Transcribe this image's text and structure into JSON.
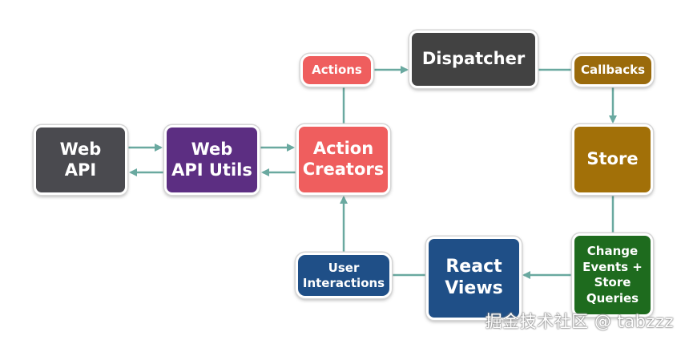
{
  "diagram": {
    "nodes": {
      "web_api": {
        "label": "Web\nAPI",
        "color": "#4a4a4f"
      },
      "web_api_utils": {
        "label": "Web\nAPI Utils",
        "color": "#5c2e82"
      },
      "action_creators": {
        "label": "Action\nCreators",
        "color": "#ef5e5e"
      },
      "actions": {
        "label": "Actions",
        "color": "#ef5e5e"
      },
      "dispatcher": {
        "label": "Dispatcher",
        "color": "#424242"
      },
      "callbacks": {
        "label": "Callbacks",
        "color": "#9a6a0b"
      },
      "store": {
        "label": "Store",
        "color": "#a27008"
      },
      "change_events": {
        "label": "Change\nEvents +\nStore\nQueries",
        "color": "#1e6b1e"
      },
      "react_views": {
        "label": "React\nViews",
        "color": "#1f4f87"
      },
      "user_interactions": {
        "label": "User\nInteractions",
        "color": "#1f4f87"
      }
    },
    "edge_color": "#6aa9a0"
  },
  "watermark": "掘金技术社区 @ tabzzz"
}
